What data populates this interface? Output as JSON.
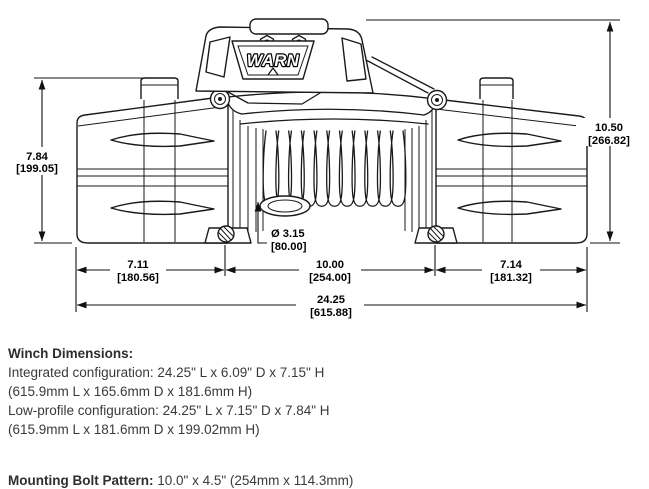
{
  "diagram": {
    "brand": "WARN",
    "dims": {
      "left_height": {
        "in": "7.84",
        "mm": "[199.05]"
      },
      "right_height": {
        "in": "10.50",
        "mm": "[266.82]"
      },
      "drum_diameter": {
        "in": "Ø 3.15",
        "mm": "[80.00]"
      },
      "bolt_left": {
        "in": "7.11",
        "mm": "[180.56]"
      },
      "bolt_pattern": {
        "in": "10.00",
        "mm": "[254.00]"
      },
      "bolt_right": {
        "in": "7.14",
        "mm": "[181.32]"
      },
      "overall_length": {
        "in": "24.25",
        "mm": "[615.88]"
      }
    }
  },
  "specs": {
    "heading": "Winch Dimensions:",
    "lines": [
      "Integrated configuration: 24.25\" L x 6.09\" D x 7.15\" H",
      "(615.9mm L x 165.6mm D x 181.6mm H)",
      "Low-profile configuration: 24.25\" L x 7.15\" D x 7.84\" H",
      "(615.9mm L x 181.6mm D x 199.02mm H)"
    ],
    "mounting_heading": "Mounting Bolt Pattern:",
    "mounting_value": "10.0\" x 4.5\" (254mm x 114.3mm)"
  }
}
